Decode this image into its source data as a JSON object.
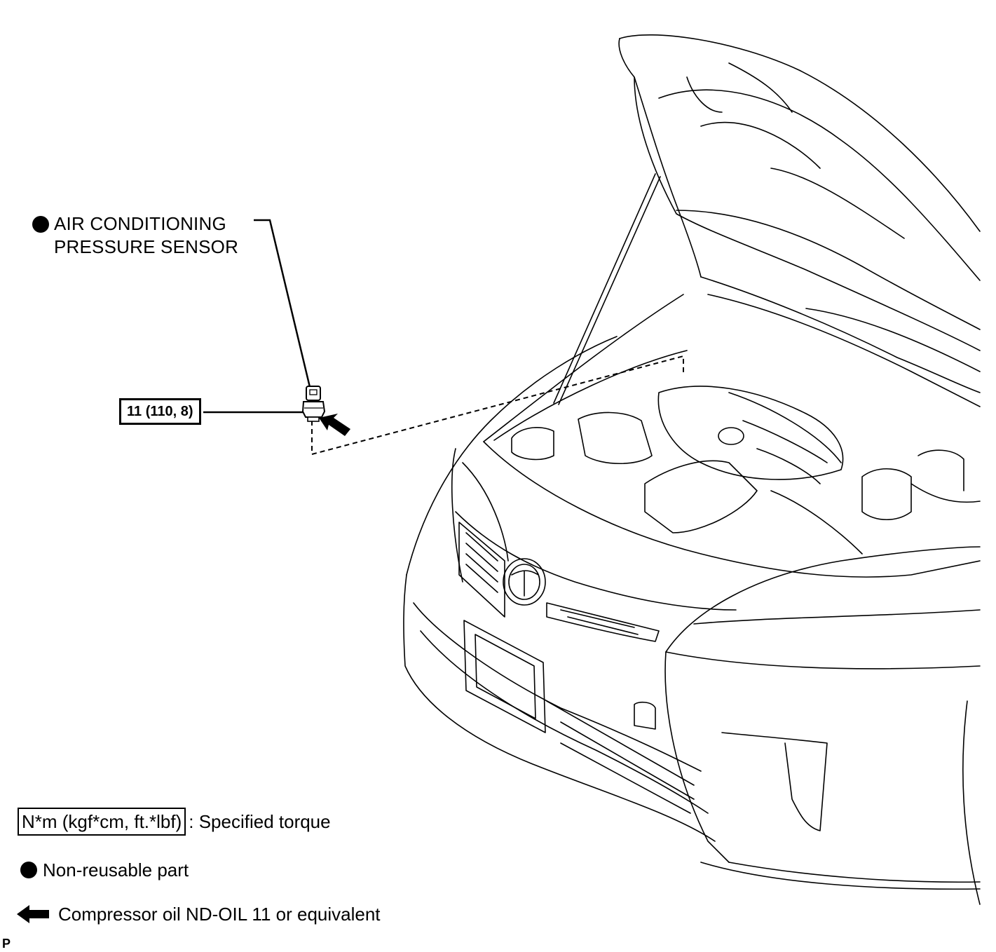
{
  "part": {
    "name_line1": "AIR CONDITIONING",
    "name_line2": "PRESSURE SENSOR",
    "non_reusable": true
  },
  "torque_spec": "11 (110, 8)",
  "legend": {
    "torque_box": "N*m (kgf*cm, ft.*lbf)",
    "torque_desc": ": Specified torque",
    "non_reusable": "Non-reusable part",
    "oil": "Compressor oil ND-OIL 11 or equivalent"
  },
  "footer_code": "P",
  "icons": {
    "non_reusable": "filled-circle-icon",
    "oil": "black-arrow-icon"
  }
}
